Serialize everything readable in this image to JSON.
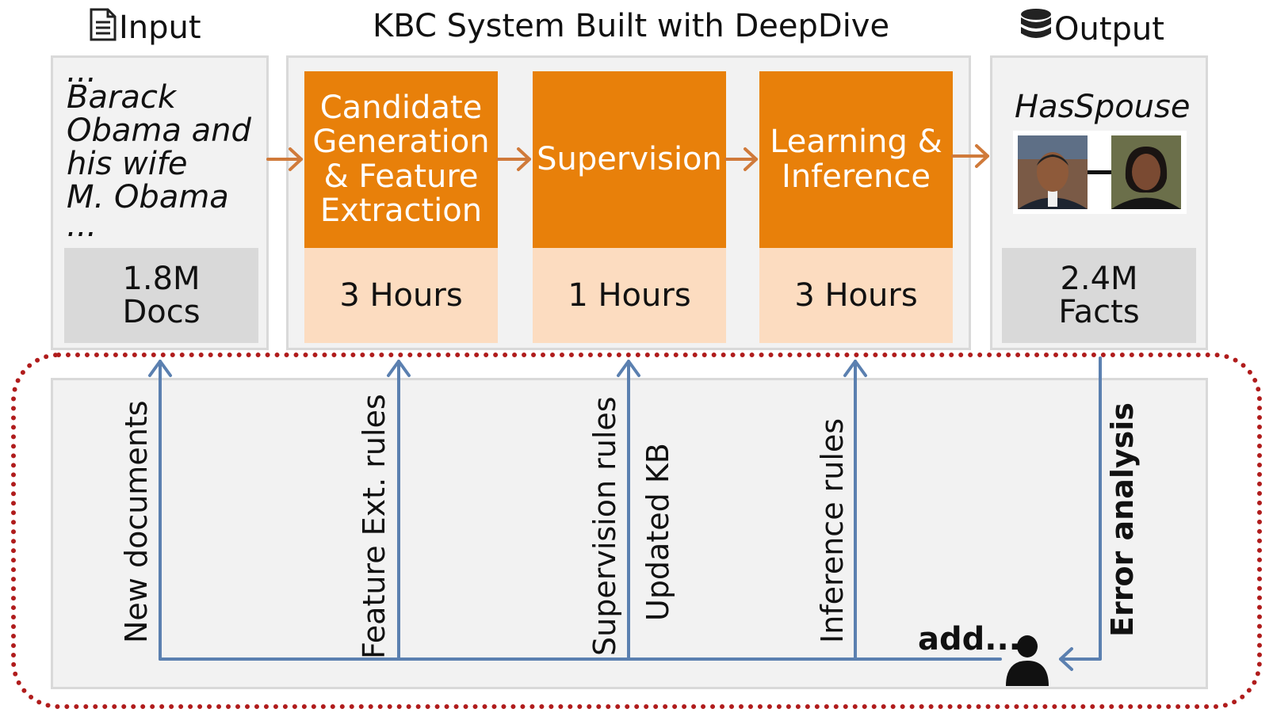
{
  "headers": {
    "input": "Input",
    "system": "KBC System Built with DeepDive",
    "output": "Output"
  },
  "input_text": [
    "...",
    "Barack",
    "Obama and",
    "his wife",
    "M. Obama",
    "..."
  ],
  "input_stat": {
    "line1": "1.8M",
    "line2": "Docs"
  },
  "stages": [
    {
      "title_lines": [
        "Candidate",
        "Generation",
        "& Feature",
        "Extraction"
      ],
      "time": "3 Hours"
    },
    {
      "title_lines": [
        "Supervision"
      ],
      "time": "1 Hours"
    },
    {
      "title_lines": [
        "Learning &",
        "Inference"
      ],
      "time": "3 Hours"
    }
  ],
  "output_relation": "HasSpouse",
  "output_stat": {
    "line1": "2.4M",
    "line2": "Facts"
  },
  "feedback": {
    "new_documents": "New documents",
    "feature_rules": "Feature Ext. rules",
    "supervision_rules": "Supervision rules",
    "updated_kb": "Updated KB",
    "inference_rules": "Inference rules",
    "error_analysis": "Error analysis",
    "add": "add..."
  },
  "colors": {
    "stage_header": "#e8800a",
    "stage_time": "#fcdcc0",
    "panel_bg": "#f2f2f2",
    "stat_box": "#d9d9d9",
    "flow_arrow": "#d07a3a",
    "feedback_arrow": "#5b80b0",
    "dotted_border": "#b01c1c"
  },
  "icons": [
    "document-icon",
    "database-icon",
    "person-icon",
    "face-photo-icon"
  ]
}
